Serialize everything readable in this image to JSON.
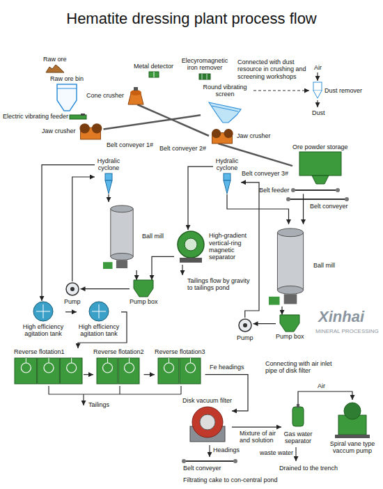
{
  "diagram": {
    "title": "Hematite dressing plant process flow",
    "nodes": [
      {
        "text": [
          "Raw ore"
        ]
      },
      {
        "text": [
          "Raw ore bin"
        ]
      },
      {
        "text": [
          "Electric vibrating feeder"
        ]
      },
      {
        "text": [
          "Jaw crusher"
        ]
      },
      {
        "text": [
          "Metal detector"
        ]
      },
      {
        "text": [
          "Elecyromagnetic iron remover"
        ]
      },
      {
        "text": [
          "Cone crusher"
        ]
      },
      {
        "text": [
          "Round vibrating screen"
        ]
      },
      {
        "text": [
          "Jaw crusher"
        ]
      },
      {
        "text": [
          "Dust remover"
        ]
      },
      {
        "text": [
          "Ore powder storage"
        ]
      },
      {
        "text": [
          "Belt feeder"
        ]
      },
      {
        "text": [
          "Hydralic cyclone"
        ]
      },
      {
        "text": [
          "Ball mill"
        ]
      },
      {
        "text": [
          "Hydralic cyclone"
        ]
      },
      {
        "text": [
          "High-gradient vertical-ring magnetic separator"
        ]
      },
      {
        "text": [
          "Ball mill"
        ]
      },
      {
        "text": [
          "Pump"
        ]
      },
      {
        "text": [
          "Pump box"
        ]
      },
      {
        "text": [
          "Pump"
        ]
      },
      {
        "text": [
          "Pump box"
        ]
      },
      {
        "text": [
          "High efficiency agitation tank"
        ]
      },
      {
        "text": [
          "High efficiency agitation tank"
        ]
      },
      {
        "text": [
          "Reverse flotation1"
        ]
      },
      {
        "text": [
          "Reverse flotation2"
        ]
      },
      {
        "text": [
          "Reverse flotation3"
        ]
      },
      {
        "text": [
          "Disk vacuum filter"
        ]
      },
      {
        "text": [
          "Gas water separator"
        ]
      },
      {
        "text": [
          "Spiral vane type vaccum pump"
        ]
      }
    ],
    "edges": [
      {
        "from": 3,
        "to": 7,
        "label": "Belt conveyer 1#",
        "arrow": "none"
      },
      {
        "from": 6,
        "to": 8,
        "label": "Belt conveyer 2#",
        "arrow": "none"
      },
      {
        "from": 8,
        "to": 10,
        "label": "Belt conveyer 3#",
        "arrow": "none"
      },
      {
        "from": 11,
        "to": 16,
        "arrow": "to"
      },
      {
        "from": 16,
        "to": 20,
        "arrow": "to"
      },
      {
        "from": 20,
        "to": 19,
        "arrow": "to"
      },
      {
        "from": 19,
        "to": 14,
        "arrow": "to"
      },
      {
        "from": 14,
        "to": 16,
        "arrow": "to"
      },
      {
        "from": 14,
        "to": 15,
        "arrow": "to"
      },
      {
        "from": 15,
        "to": 18,
        "arrow": "to"
      },
      {
        "from": 13,
        "to": 18,
        "arrow": "to"
      },
      {
        "from": 18,
        "to": 17,
        "arrow": "to"
      },
      {
        "from": 17,
        "to": 12,
        "arrow": "to"
      },
      {
        "from": 12,
        "to": 13,
        "arrow": "to"
      },
      {
        "from": 12,
        "to": 21,
        "arrow": "to"
      },
      {
        "from": 21,
        "to": 22,
        "arrow": "to"
      },
      {
        "from": 22,
        "to": 23,
        "arrow": "to"
      },
      {
        "from": 23,
        "to": 24,
        "arrow": "to"
      },
      {
        "from": 24,
        "to": 25,
        "arrow": "to"
      },
      {
        "from": 25,
        "to": 26,
        "label": "Fe headings",
        "arrow": "to"
      },
      {
        "from": 26,
        "to": 27,
        "label": "Mixture of air and solution",
        "arrow": "to"
      },
      {
        "from": 27,
        "to": 28,
        "label": "Air",
        "arrow": "to"
      }
    ],
    "labels": [
      "Air",
      "Connected with dust resource in crushing and screening workshops",
      "Dust",
      "Belt conveyer",
      "Tailings flow by gravity to tailings pond",
      "Tailings",
      "Connecting with air inlet pipe of disk filter",
      "Headings",
      "waste water",
      "Belt conveyer",
      "Drained to the trench",
      "Filtrating cake to con-central pond",
      "Xinhai",
      "MINERAL PROCESSING"
    ]
  }
}
